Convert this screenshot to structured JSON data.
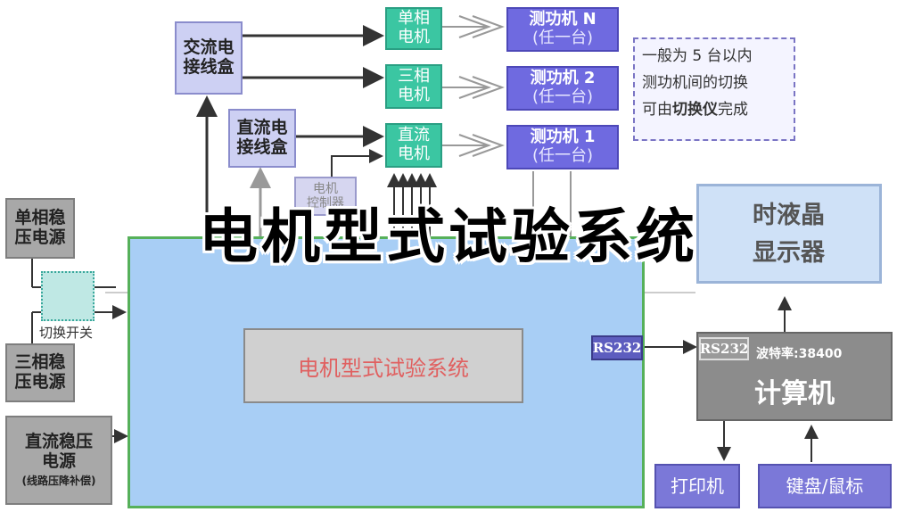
{
  "title": "电机型式试验系统",
  "panel_label": "电机型式试验系统",
  "ac_junction": "交流电\n接线盒",
  "dc_junction": "直流电\n接线盒",
  "motors": [
    {
      "label": "单相\n电机"
    },
    {
      "label": "三相\n电机"
    },
    {
      "label": "直流\n电机"
    }
  ],
  "dynos": [
    {
      "name": "测功机 N",
      "sub": "(任一台)"
    },
    {
      "name": "测功机 2",
      "sub": "(任一台)"
    },
    {
      "name": "测功机 1",
      "sub": "(任一台)"
    }
  ],
  "note": {
    "line1": "一般为 5 台以内",
    "line2": "测功机间的切换",
    "line3_prefix": "可由",
    "line3_bold": "切换仪",
    "line3_suffix": "完成"
  },
  "motor_controller": "电机\n控制器",
  "power": {
    "single": "单相稳\n压电源",
    "three": "三相稳\n压电源",
    "dc_main": "直流稳压\n电源",
    "dc_sub": "(线路压降补偿)"
  },
  "switch_label": "切换开关",
  "rs232_left": "RS232",
  "rs232_right": "RS232",
  "baud_rate": "波特率:38400",
  "computer": "计算机",
  "lcd": "时液晶\n显示器",
  "printer": "打印机",
  "keyboard": "键盘/鼠标",
  "colors": {
    "panel": "#a8cef5",
    "panel_border": "#56b05a",
    "motor": "#3bc6a2",
    "dyno": "#6f6ae0",
    "junction": "#cdd0f3",
    "power": "#8f8f8f"
  }
}
